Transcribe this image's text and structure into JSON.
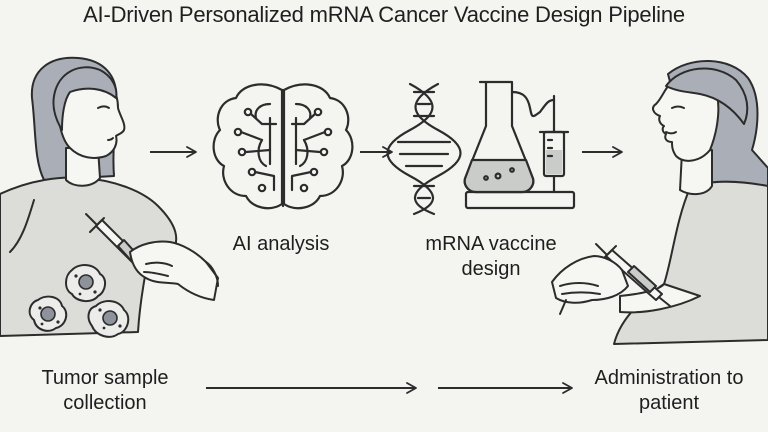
{
  "title": "AI-Driven Personalized mRNA Cancer Vaccine Design Pipeline",
  "steps": [
    {
      "label": "Tumor sample collection",
      "icon": "patient-with-syringe-and-cells-icon"
    },
    {
      "label": "AI analysis",
      "icon": "circuit-brain-icon"
    },
    {
      "label": "mRNA vaccine design",
      "icon": "dna-flask-syringe-icon"
    },
    {
      "label": "Administration to patient",
      "icon": "patient-receiving-injection-icon"
    }
  ],
  "colors": {
    "background": "#f4f4f1",
    "ink": "#2c2c2c",
    "hair": "#a9aeb7",
    "shirt": "#dcdcd8",
    "skin": "#f6f6f3",
    "liquid": "#c9ccc9"
  }
}
